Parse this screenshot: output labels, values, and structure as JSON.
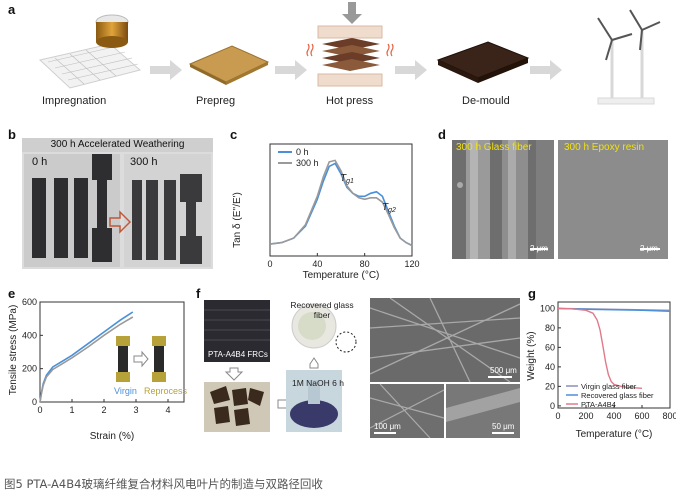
{
  "panel_a": {
    "letter": "a",
    "steps": [
      "Impregnation",
      "Prepreg",
      "Hot press",
      "De-mould"
    ]
  },
  "panel_b": {
    "letter": "b",
    "header": "300 h Accelerated Weathering",
    "label_before": "0 h",
    "label_after": "300 h"
  },
  "panel_c": {
    "letter": "c",
    "ylabel": "Tan δ (E''/E')",
    "xlabel": "Temperature (°C)",
    "legend": [
      "0 h",
      "300 h"
    ],
    "annotations": [
      "T",
      "g1",
      "T",
      "g2"
    ],
    "xticks": [
      "0",
      "40",
      "80",
      "120"
    ]
  },
  "panel_d": {
    "letter": "d",
    "left_label": "300 h Glass fiber",
    "right_label": "300 h Epoxy resin",
    "scale_left": "2 μm",
    "scale_right": "2 μm"
  },
  "panel_e": {
    "letter": "e",
    "ylabel": "Tensile stress (MPa)",
    "xlabel": "Strain (%)",
    "legend_virgin": "Virgin",
    "legend_reprocess": "Reprocess",
    "xticks": [
      "0",
      "1",
      "2",
      "3",
      "4"
    ],
    "yticks": [
      "0",
      "200",
      "400",
      "600"
    ]
  },
  "panel_f": {
    "letter": "f",
    "label_frc": "PTA-A4B4 FRCs",
    "label_recovered": "Recovered glass fiber",
    "label_naoh": "1M NaOH 6 h",
    "scale_main": "500 μm",
    "scale_bl": "100 μm",
    "scale_br": "50 μm"
  },
  "panel_g": {
    "letter": "g",
    "ylabel": "Weight (%)",
    "xlabel": "Temperature (°C)",
    "legend": [
      "Virgin glass fiber",
      "Recovered glass fiber",
      "PTA-A4B4"
    ],
    "xticks": [
      "0",
      "200",
      "400",
      "600",
      "800"
    ],
    "yticks": [
      "0",
      "20",
      "40",
      "60",
      "80",
      "100"
    ]
  },
  "chart_data": [
    {
      "type": "line",
      "panel": "c",
      "xlabel": "Temperature (°C)",
      "ylabel": "Tan δ (E''/E')",
      "xlim": [
        0,
        120
      ],
      "colors": {
        "0 h": "#4a90d9",
        "300 h": "#9a9a9a"
      },
      "series": [
        {
          "name": "0 h",
          "x": [
            0,
            10,
            20,
            30,
            40,
            45,
            50,
            55,
            60,
            65,
            70,
            75,
            80,
            85,
            90,
            95,
            100,
            105,
            110,
            115,
            120
          ],
          "y": [
            0.08,
            0.09,
            0.12,
            0.2,
            0.38,
            0.5,
            0.6,
            0.62,
            0.55,
            0.46,
            0.42,
            0.4,
            0.4,
            0.42,
            0.43,
            0.4,
            0.3,
            0.2,
            0.12,
            0.09,
            0.07
          ]
        },
        {
          "name": "300 h",
          "x": [
            0,
            10,
            20,
            30,
            40,
            45,
            50,
            55,
            60,
            65,
            70,
            75,
            80,
            85,
            90,
            95,
            100,
            105,
            110,
            115,
            120
          ],
          "y": [
            0.08,
            0.09,
            0.12,
            0.21,
            0.4,
            0.53,
            0.63,
            0.64,
            0.57,
            0.47,
            0.42,
            0.39,
            0.38,
            0.39,
            0.39,
            0.36,
            0.28,
            0.19,
            0.12,
            0.09,
            0.07
          ]
        }
      ]
    },
    {
      "type": "line",
      "panel": "e",
      "xlabel": "Strain (%)",
      "ylabel": "Tensile stress (MPa)",
      "xlim": [
        0,
        4.5
      ],
      "ylim": [
        0,
        600
      ],
      "series": [
        {
          "name": "Virgin",
          "x": [
            0,
            0.05,
            0.1,
            0.2,
            0.4,
            0.7,
            1.0,
            1.5,
            2.0,
            2.5,
            2.9
          ],
          "y": [
            0,
            60,
            110,
            160,
            210,
            245,
            280,
            350,
            420,
            490,
            540
          ]
        },
        {
          "name": "Reprocess",
          "x": [
            0,
            0.05,
            0.1,
            0.2,
            0.4,
            0.7,
            1.0,
            1.5,
            2.0,
            2.5,
            2.9
          ],
          "y": [
            0,
            55,
            100,
            150,
            195,
            230,
            265,
            330,
            400,
            465,
            510
          ]
        }
      ]
    },
    {
      "type": "line",
      "panel": "g",
      "xlabel": "Temperature (°C)",
      "ylabel": "Weight (%)",
      "xlim": [
        0,
        800
      ],
      "ylim": [
        0,
        100
      ],
      "series": [
        {
          "name": "Virgin glass fiber",
          "x": [
            0,
            200,
            400,
            600,
            800
          ],
          "y": [
            100,
            99.5,
            99,
            98.5,
            98
          ]
        },
        {
          "name": "Recovered glass fiber",
          "x": [
            0,
            200,
            400,
            600,
            800
          ],
          "y": [
            100,
            99,
            98.5,
            98,
            97
          ]
        },
        {
          "name": "PTA-A4B4",
          "x": [
            0,
            100,
            200,
            250,
            280,
            300,
            320,
            340,
            360,
            380,
            400,
            450,
            500,
            600
          ],
          "y": [
            100,
            99.5,
            98,
            95,
            88,
            78,
            62,
            45,
            32,
            25,
            22,
            20,
            19,
            18
          ]
        }
      ]
    }
  ],
  "caption": "图5 PTA-A4B4玻璃纤维复合材料风电叶片的制造与双路径回收"
}
